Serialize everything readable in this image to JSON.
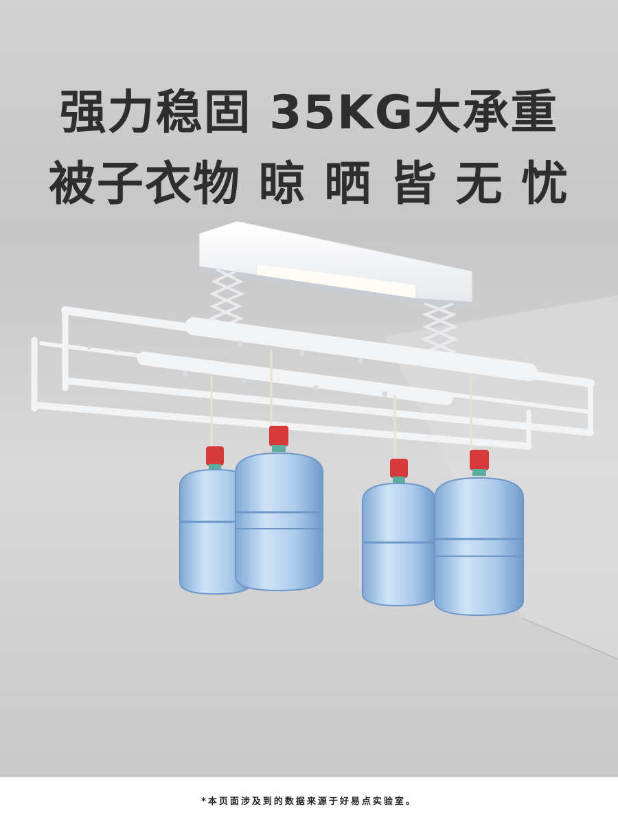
{
  "headline": {
    "line1": "强力稳固  35KG大承重",
    "line2": "被子衣物 晾 晒 皆 无 忧"
  },
  "illustration": {
    "subject": "ceiling drying rack with hanging water bottles",
    "icon": "drying-rack-icon",
    "colors": {
      "rack": "#f4f5f7",
      "bottle": "#9fc3e6",
      "cap": "#d63a3a",
      "rope": "#e8e2cf"
    }
  },
  "footer": {
    "note": "*本页面涉及到的数据来源于好易点实验室。"
  }
}
